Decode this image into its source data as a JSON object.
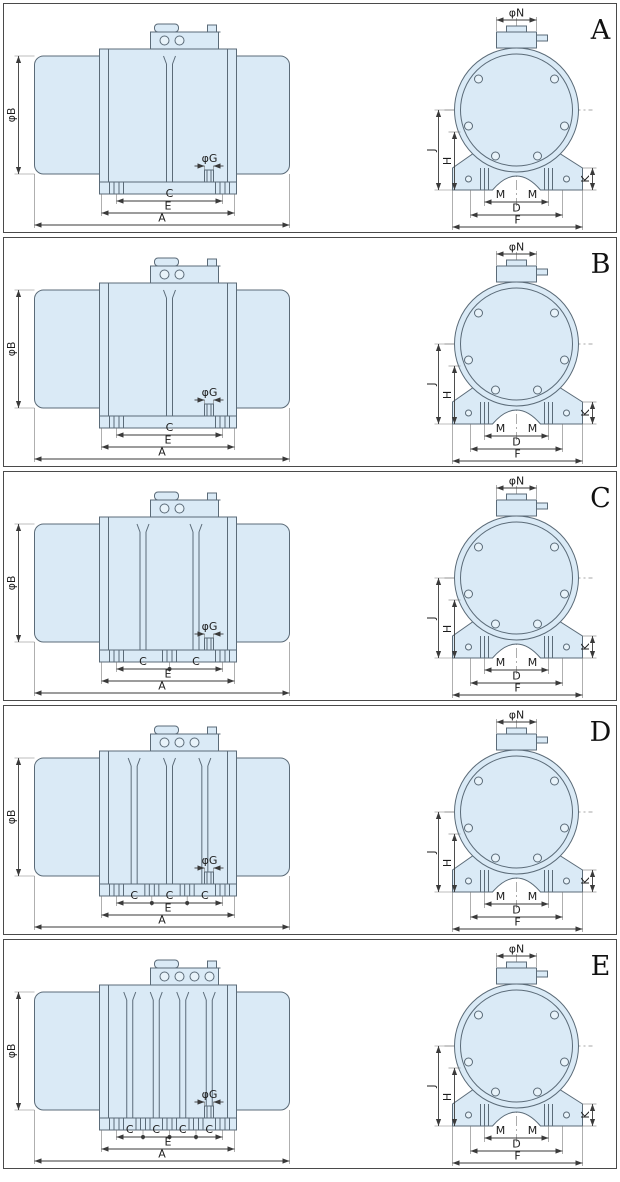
{
  "sheet_title": "vibration-motor-dimension-drawings",
  "colors": {
    "body_fill": "#daeaf6",
    "outline": "#5b6b78",
    "dimension_line": "#3a3a3a",
    "panel_border": "#4a4a4a",
    "background": "#ffffff"
  },
  "panels": [
    {
      "letter": "A",
      "c_labels": [
        "C"
      ],
      "labels": {
        "b": "φB",
        "g": "φG",
        "e": "E",
        "a": "A",
        "n": "φN",
        "j": "J",
        "h": "H",
        "k": "K",
        "m": [
          "M",
          "M"
        ],
        "d": "D",
        "f": "F"
      }
    },
    {
      "letter": "B",
      "c_labels": [
        "C"
      ],
      "labels": {
        "b": "φB",
        "g": "φG",
        "e": "E",
        "a": "A",
        "n": "φN",
        "j": "J",
        "h": "H",
        "k": "K",
        "m": [
          "M",
          "M"
        ],
        "d": "D",
        "f": "F"
      }
    },
    {
      "letter": "C",
      "c_labels": [
        "C",
        "C"
      ],
      "labels": {
        "b": "φB",
        "g": "φG",
        "e": "E",
        "a": "A",
        "n": "φN",
        "j": "J",
        "h": "H",
        "k": "K",
        "m": [
          "M",
          "M"
        ],
        "d": "D",
        "f": "F"
      }
    },
    {
      "letter": "D",
      "c_labels": [
        "C",
        "C",
        "C"
      ],
      "labels": {
        "b": "φB",
        "g": "φG",
        "e": "E",
        "a": "A",
        "n": "φN",
        "j": "J",
        "h": "H",
        "k": "K",
        "m": [
          "M",
          "M"
        ],
        "d": "D",
        "f": "F"
      }
    },
    {
      "letter": "E",
      "c_labels": [
        "C",
        "C",
        "C",
        "C"
      ],
      "labels": {
        "b": "φB",
        "g": "φG",
        "e": "E",
        "a": "A",
        "n": "φN",
        "j": "J",
        "h": "H",
        "k": "K",
        "m": [
          "M",
          "M"
        ],
        "d": "D",
        "f": "F"
      }
    }
  ]
}
